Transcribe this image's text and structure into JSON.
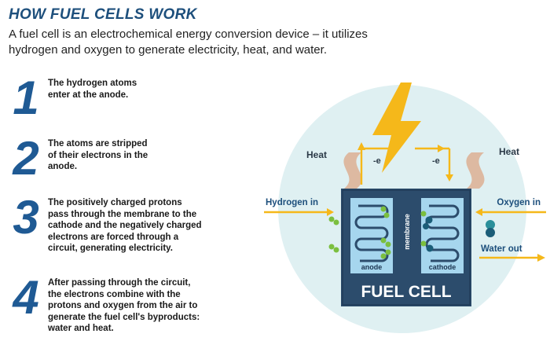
{
  "header": {
    "title": "HOW FUEL CELLS WORK",
    "intro_line1": "A fuel cell is an electrochemical energy conversion device – it utilizes",
    "intro_line2": "hydrogen and oxygen to generate electricity, heat, and water."
  },
  "steps": [
    {
      "number": "1",
      "lines": [
        "The hydrogen atoms",
        "enter at the anode."
      ]
    },
    {
      "number": "2",
      "lines": [
        "The atoms are stripped",
        "of their electrons in the",
        "anode."
      ]
    },
    {
      "number": "3",
      "lines": [
        "The positively charged protons",
        "pass through the membrane to the",
        "cathode and the negatively charged",
        "electrons are forced through a",
        "circuit, generating electricity."
      ]
    },
    {
      "number": "4",
      "lines": [
        "After passing through the circuit,",
        "the electrons combine with the",
        "protons and oxygen from the air to",
        "generate the fuel cell's byproducts:",
        "water and heat."
      ]
    }
  ],
  "diagram": {
    "heat_left": "Heat",
    "heat_right": "Heat",
    "electron_left": "-e",
    "electron_right": "-e",
    "hydrogen_in": "Hydrogen in",
    "oxygen_in": "Oxygen in",
    "water_out": "Water out",
    "anode": "anode",
    "cathode": "cathode",
    "membrane": "membrane",
    "fuel_cell": "FUEL CELL"
  },
  "colors": {
    "title_blue": "#1d4f7c",
    "number_blue": "#1f5a94",
    "circle_bg": "#dff0f2",
    "cell_navy": "#2c4c6c",
    "electrode_blue": "#a6d6ee",
    "arrow_yellow": "#f5b81a",
    "heat_wave": "#ddb9a1",
    "hydrogen_green": "#7bbf3f",
    "oxygen_teal": "#2b8f9a"
  }
}
